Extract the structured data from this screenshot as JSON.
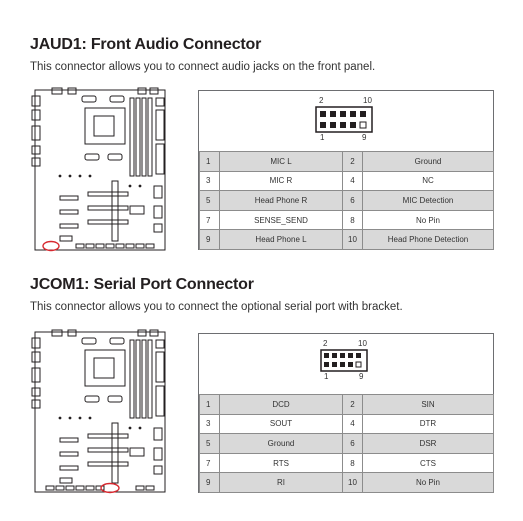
{
  "sections": [
    {
      "title": "JAUD1: Front Audio Connector",
      "description": "This connector allows you to connect audio jacks on the front panel.",
      "connector_labels": {
        "top_left": "2",
        "top_right": "10",
        "bottom_left": "1",
        "bottom_right": "9"
      },
      "rows": [
        {
          "pin_a": "1",
          "signal_a": "MIC L",
          "pin_b": "2",
          "signal_b": "Ground"
        },
        {
          "pin_a": "3",
          "signal_a": "MIC R",
          "pin_b": "4",
          "signal_b": "NC"
        },
        {
          "pin_a": "5",
          "signal_a": "Head Phone R",
          "pin_b": "6",
          "signal_b": "MIC Detection"
        },
        {
          "pin_a": "7",
          "signal_a": "SENSE_SEND",
          "pin_b": "8",
          "signal_b": "No Pin"
        },
        {
          "pin_a": "9",
          "signal_a": "Head Phone L",
          "pin_b": "10",
          "signal_b": "Head Phone Detection"
        }
      ]
    },
    {
      "title": "JCOM1: Serial Port Connector",
      "description": "This connector allows you to connect the optional serial port with bracket.",
      "connector_labels": {
        "top_left": "2",
        "top_right": "10",
        "bottom_left": "1",
        "bottom_right": "9"
      },
      "rows": [
        {
          "pin_a": "1",
          "signal_a": "DCD",
          "pin_b": "2",
          "signal_b": "SIN"
        },
        {
          "pin_a": "3",
          "signal_a": "SOUT",
          "pin_b": "4",
          "signal_b": "DTR"
        },
        {
          "pin_a": "5",
          "signal_a": "Ground",
          "pin_b": "6",
          "signal_b": "DSR"
        },
        {
          "pin_a": "7",
          "signal_a": "RTS",
          "pin_b": "8",
          "signal_b": "CTS"
        },
        {
          "pin_a": "9",
          "signal_a": "RI",
          "pin_b": "10",
          "signal_b": "No Pin"
        }
      ]
    }
  ],
  "colors": {
    "highlight": "#d7282f",
    "shade": "#d9d9d9",
    "line": "#231f20"
  }
}
